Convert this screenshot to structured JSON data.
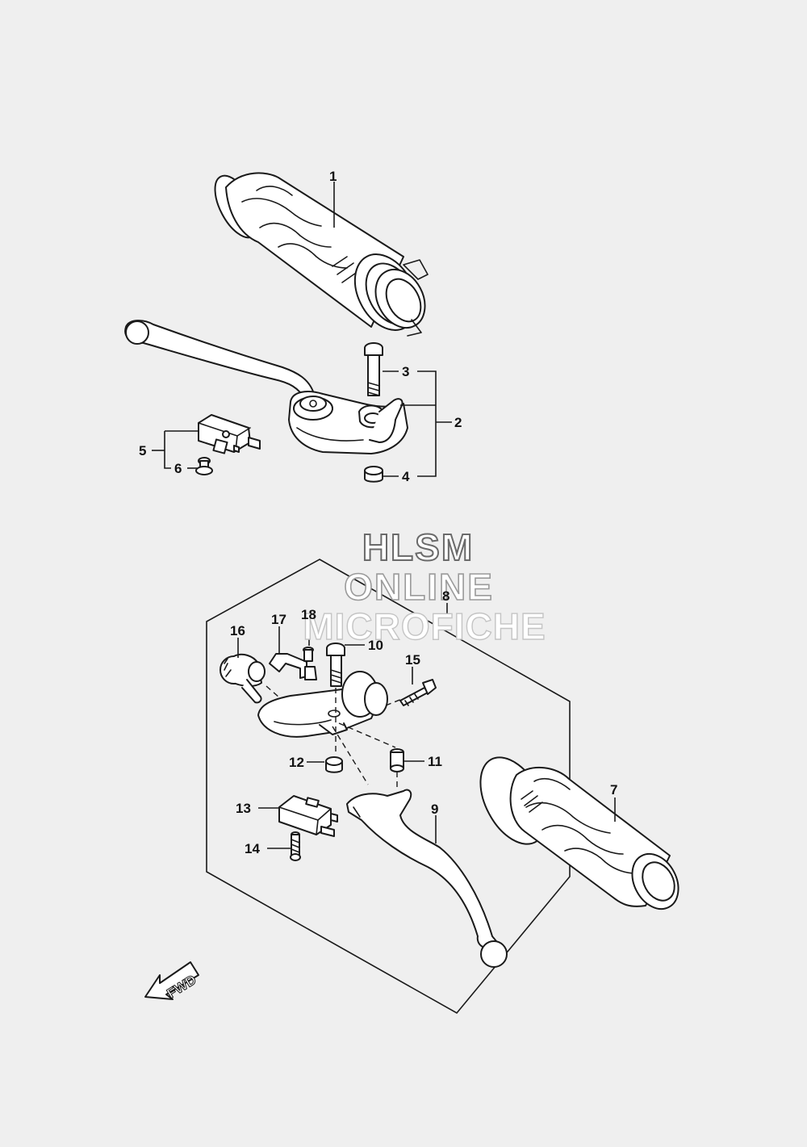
{
  "diagram": {
    "watermark": {
      "line1": "HLSM",
      "line2": "ONLINE",
      "line3": "MICROFICHE"
    },
    "direction_label": "FWD",
    "callouts": {
      "c1": "1",
      "c2": "2",
      "c3": "3",
      "c4": "4",
      "c5": "5",
      "c6": "6",
      "c7": "7",
      "c8": "8",
      "c9": "9",
      "c10": "10",
      "c11": "11",
      "c12": "12",
      "c13": "13",
      "c14": "14",
      "c15": "15",
      "c16": "16",
      "c17": "17",
      "c18": "18"
    }
  }
}
